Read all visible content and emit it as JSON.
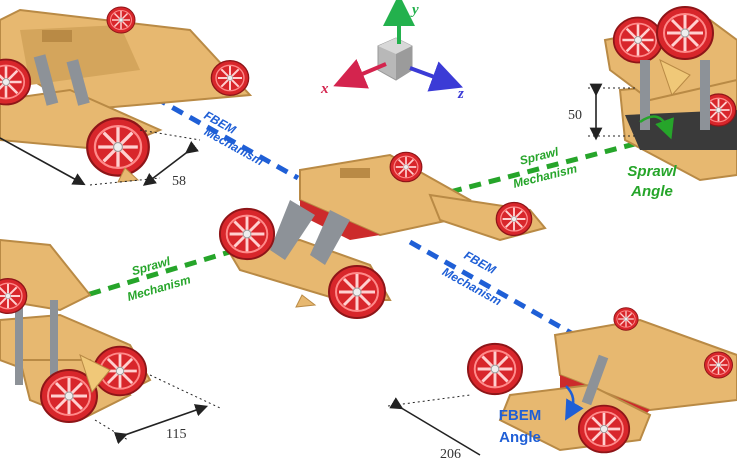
{
  "axes": {
    "x": "x",
    "y": "y",
    "z": "z"
  },
  "labels": {
    "fbem_mechanism_top": [
      "FBEM",
      "Mechanism"
    ],
    "fbem_mechanism_bottom": [
      "FBEM",
      "Mechanism"
    ],
    "sprawl_mechanism_right": [
      "Sprawl",
      "Mechanism"
    ],
    "sprawl_mechanism_left": [
      "Sprawl",
      "Mechanism"
    ],
    "sprawl_angle": [
      "Sprawl",
      "Angle"
    ],
    "fbem_angle": [
      "FBEM",
      "Angle"
    ]
  },
  "dimensions": {
    "d58": "58",
    "d50": "50",
    "d115": "115",
    "d206": "206"
  },
  "colors": {
    "fbem": "#1f5fd6",
    "sprawl": "#26a52a",
    "wheel": "#d8262b",
    "chassis": "#e7b870",
    "chassis_dark": "#b98a45",
    "metal": "#8d9298",
    "axis_x": "#d4244e",
    "axis_y": "#23b14d",
    "axis_z": "#3b3bd6"
  }
}
